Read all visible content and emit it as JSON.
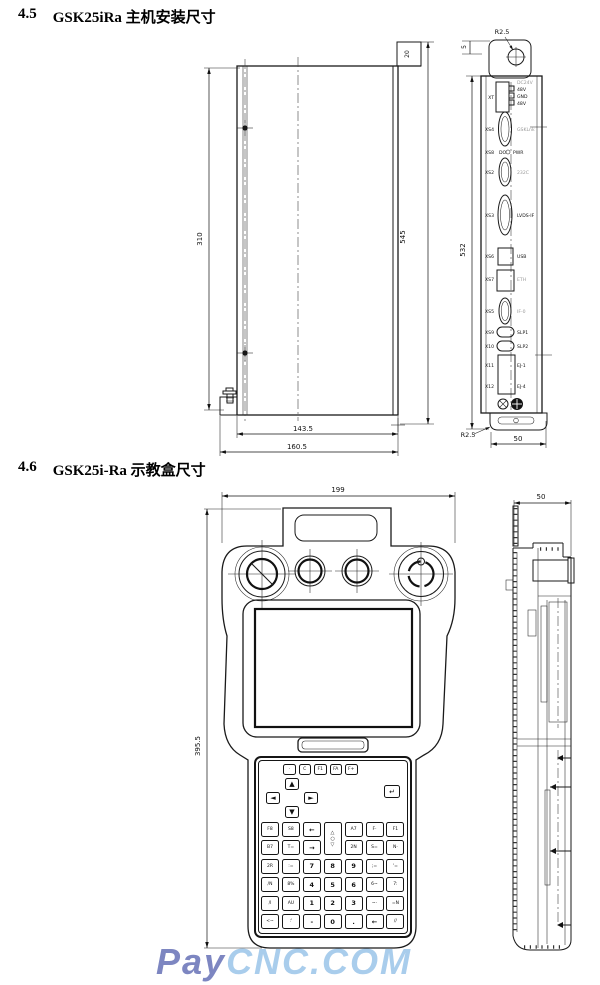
{
  "document": {
    "sections": [
      {
        "number": "4.5",
        "title": "GSK25iRa 主机安装尺寸"
      },
      {
        "number": "4.6",
        "title": "GSK25i-Ra 示教盒尺寸"
      }
    ]
  },
  "main_unit": {
    "front_view": {
      "dim_height_left": "310",
      "dim_height_right": "545",
      "dim_tab_depth": "20",
      "dim_width_inner": "143.5",
      "dim_width_overall": "160.5"
    },
    "side_view": {
      "dim_height": "532",
      "dim_width": "50",
      "dim_radius_top": "R2.5",
      "dim_radius_bottom": "R2.5",
      "dim_tab_offset": "5",
      "panel": {
        "power": {
          "left": "XT",
          "top": "DC24V",
          "pin1": "48V",
          "pin2": "GND",
          "pin3": "48V"
        },
        "c1": {
          "left": "XS4",
          "right": "GSKLnk"
        },
        "do_row": {
          "left": "XS8",
          "a": "DO",
          "b": "PWR"
        },
        "c2": {
          "left": "XS2",
          "right": "232C"
        },
        "c3": {
          "left": "XS3",
          "right": "LVDS-IF"
        },
        "c4": {
          "left": "XS6",
          "right": "USB"
        },
        "c5": {
          "left": "XS7",
          "right": "ETH"
        },
        "c6": {
          "left": "XS5",
          "right": "IF-0"
        },
        "s1": {
          "left": "XS9",
          "right": "SLP1"
        },
        "s2": {
          "left": "X10",
          "right": "SLP2"
        },
        "r1": {
          "left": "X11",
          "right": "EJ-1"
        },
        "r2": {
          "left": "X12",
          "right": "EJ-4"
        }
      }
    }
  },
  "pendant": {
    "front_view": {
      "dim_width": "199",
      "dim_height": "395.5"
    },
    "side_view": {
      "dim_depth": "50"
    },
    "keypad": {
      "top_row": [
        "·",
        "C",
        "F1",
        "FA",
        "F+"
      ],
      "arrows": {
        "up": "▲",
        "left": "◄",
        "right": "►",
        "down": "▼",
        "enter": "↵"
      },
      "jog": [
        "△",
        "○",
        "▽"
      ],
      "grid": [
        [
          "F8",
          "S8",
          "←",
          null,
          "A7",
          "F·",
          "F1"
        ],
        [
          "B7",
          "T=",
          "→",
          null,
          "2N",
          "S=",
          "N·"
        ],
        [
          "2R",
          ":=",
          "7",
          "8",
          "9",
          ";=",
          "'="
        ],
        [
          "/N",
          "8%",
          "4",
          "5",
          "6",
          "6~",
          "7:"
        ],
        [
          "/I",
          "AU",
          "1",
          "2",
          "3",
          "~·",
          "=N"
        ],
        [
          "<~",
          ":'",
          "-",
          "0",
          ".",
          "←",
          "//"
        ]
      ]
    }
  },
  "watermark": {
    "part1": "Pay",
    "part2": "CNC.COM",
    "color1": "#7d86c1",
    "color2": "#a9cdec"
  }
}
